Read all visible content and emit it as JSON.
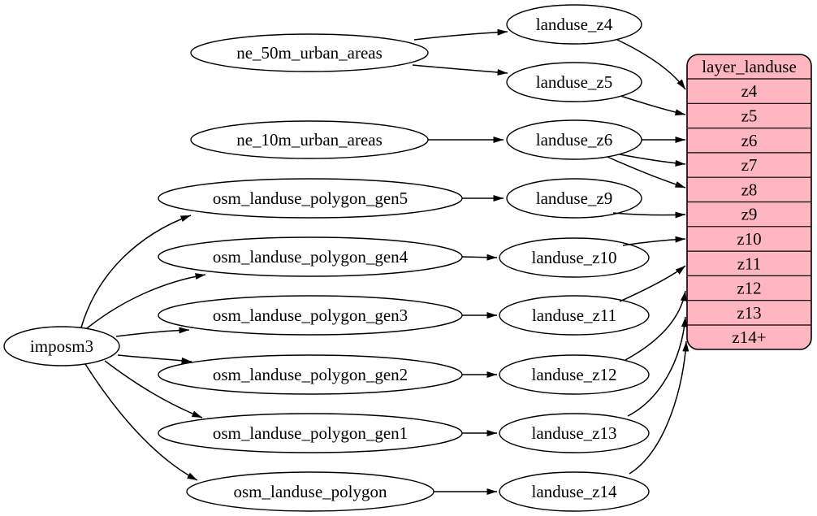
{
  "diagram_type": "dependency-graph",
  "colors": {
    "background": "#ffffff",
    "node_fill": "#ffffff",
    "node_stroke": "#000000",
    "edge_stroke": "#000000",
    "table_fill": "#ffb6c1",
    "text": "#000000"
  },
  "nodes": {
    "imposm3": {
      "label": "imposm3"
    },
    "ne_50m_urban_areas": {
      "label": "ne_50m_urban_areas"
    },
    "ne_10m_urban_areas": {
      "label": "ne_10m_urban_areas"
    },
    "osm_landuse_polygon_gen5": {
      "label": "osm_landuse_polygon_gen5"
    },
    "osm_landuse_polygon_gen4": {
      "label": "osm_landuse_polygon_gen4"
    },
    "osm_landuse_polygon_gen3": {
      "label": "osm_landuse_polygon_gen3"
    },
    "osm_landuse_polygon_gen2": {
      "label": "osm_landuse_polygon_gen2"
    },
    "osm_landuse_polygon_gen1": {
      "label": "osm_landuse_polygon_gen1"
    },
    "osm_landuse_polygon": {
      "label": "osm_landuse_polygon"
    },
    "landuse_z4": {
      "label": "landuse_z4"
    },
    "landuse_z5": {
      "label": "landuse_z5"
    },
    "landuse_z6": {
      "label": "landuse_z6"
    },
    "landuse_z9": {
      "label": "landuse_z9"
    },
    "landuse_z10": {
      "label": "landuse_z10"
    },
    "landuse_z11": {
      "label": "landuse_z11"
    },
    "landuse_z12": {
      "label": "landuse_z12"
    },
    "landuse_z13": {
      "label": "landuse_z13"
    },
    "landuse_z14": {
      "label": "landuse_z14"
    }
  },
  "table": {
    "title": "layer_landuse",
    "rows": [
      "z4",
      "z5",
      "z6",
      "z7",
      "z8",
      "z9",
      "z10",
      "z11",
      "z12",
      "z13",
      "z14+"
    ]
  },
  "edges": [
    {
      "from": "imposm3",
      "to": "osm_landuse_polygon_gen5"
    },
    {
      "from": "imposm3",
      "to": "osm_landuse_polygon_gen4"
    },
    {
      "from": "imposm3",
      "to": "osm_landuse_polygon_gen3"
    },
    {
      "from": "imposm3",
      "to": "osm_landuse_polygon_gen2"
    },
    {
      "from": "imposm3",
      "to": "osm_landuse_polygon_gen1"
    },
    {
      "from": "imposm3",
      "to": "osm_landuse_polygon"
    },
    {
      "from": "ne_50m_urban_areas",
      "to": "landuse_z4"
    },
    {
      "from": "ne_50m_urban_areas",
      "to": "landuse_z5"
    },
    {
      "from": "ne_10m_urban_areas",
      "to": "landuse_z6"
    },
    {
      "from": "osm_landuse_polygon_gen5",
      "to": "landuse_z9"
    },
    {
      "from": "osm_landuse_polygon_gen4",
      "to": "landuse_z10"
    },
    {
      "from": "osm_landuse_polygon_gen3",
      "to": "landuse_z11"
    },
    {
      "from": "osm_landuse_polygon_gen2",
      "to": "landuse_z12"
    },
    {
      "from": "osm_landuse_polygon_gen1",
      "to": "landuse_z13"
    },
    {
      "from": "osm_landuse_polygon",
      "to": "landuse_z14"
    },
    {
      "from": "landuse_z4",
      "to": "layer_landuse",
      "row": "z4"
    },
    {
      "from": "landuse_z5",
      "to": "layer_landuse",
      "row": "z5"
    },
    {
      "from": "landuse_z6",
      "to": "layer_landuse",
      "row": "z6"
    },
    {
      "from": "landuse_z6",
      "to": "layer_landuse",
      "row": "z7"
    },
    {
      "from": "landuse_z6",
      "to": "layer_landuse",
      "row": "z8"
    },
    {
      "from": "landuse_z9",
      "to": "layer_landuse",
      "row": "z9"
    },
    {
      "from": "landuse_z10",
      "to": "layer_landuse",
      "row": "z10"
    },
    {
      "from": "landuse_z11",
      "to": "layer_landuse",
      "row": "z11"
    },
    {
      "from": "landuse_z12",
      "to": "layer_landuse",
      "row": "z12"
    },
    {
      "from": "landuse_z13",
      "to": "layer_landuse",
      "row": "z13"
    },
    {
      "from": "landuse_z14",
      "to": "layer_landuse",
      "row": "z14+"
    }
  ]
}
